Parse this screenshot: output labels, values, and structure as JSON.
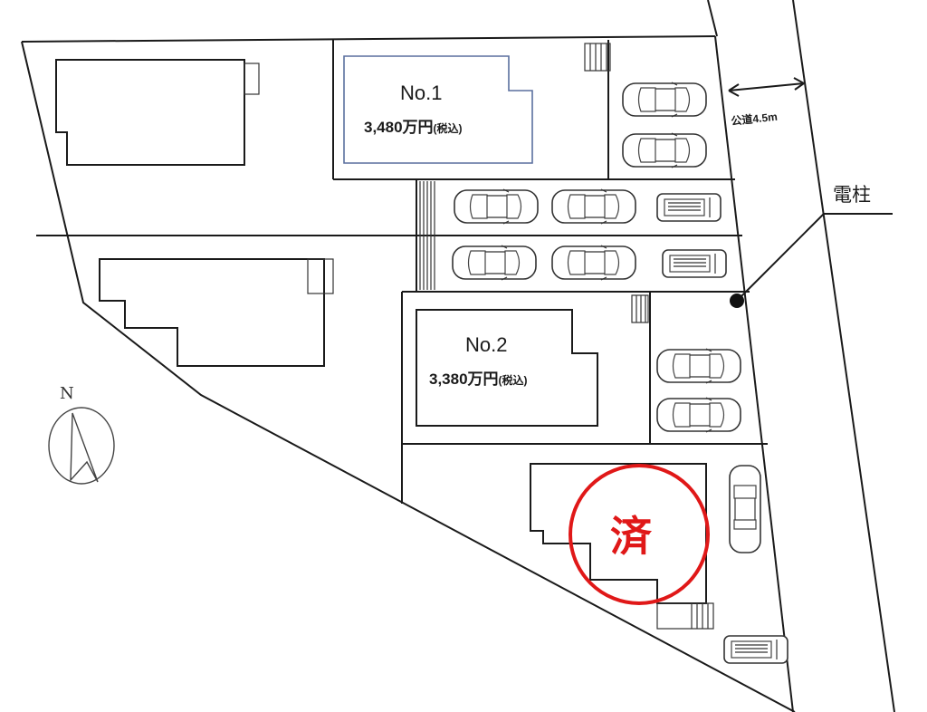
{
  "plan": {
    "lot1": {
      "name": "No.1",
      "price": "3,480万円",
      "tax": "(税込)"
    },
    "lot2": {
      "name": "No.2",
      "price": "3,380万円",
      "tax": "(税込)"
    },
    "sold_stamp": "済",
    "road_label": "公道4.5m",
    "pole_label": "電柱",
    "north_label": "N"
  },
  "colors": {
    "line": "#1a1a1a",
    "building_outline_lot1": "#5a6f9e",
    "sold_stamp": "#e01818"
  }
}
